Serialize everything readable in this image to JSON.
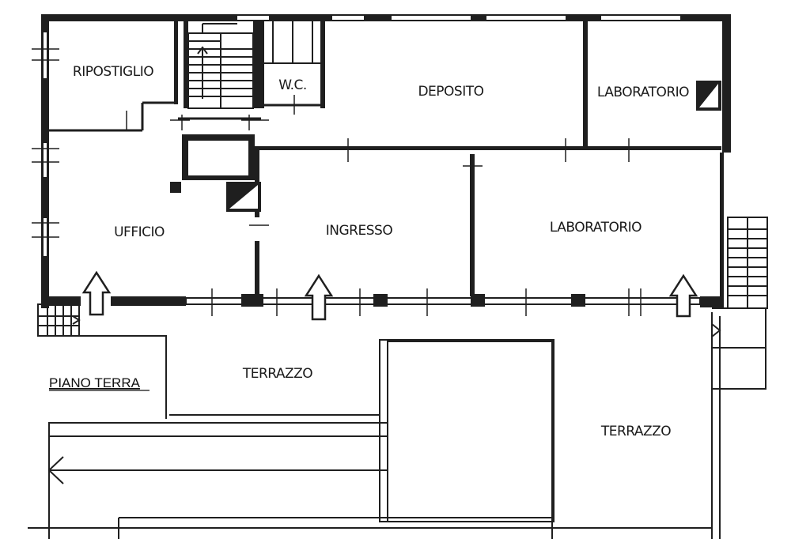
{
  "floor": {
    "title": "PIANO TERRA"
  },
  "rooms": {
    "ripostiglio": "RIPOSTIGLIO",
    "wc": "W.C.",
    "deposito": "DEPOSITO",
    "laboratorio_small": "LABORATORIO",
    "ufficio": "UFFICIO",
    "ingresso": "INGRESSO",
    "laboratorio_large": "LABORATORIO",
    "terrazzo_left": "TERRAZZO",
    "terrazzo_right": "TERRAZZO"
  },
  "colors": {
    "wall": "#1f1f1f",
    "background": "#ffffff"
  }
}
